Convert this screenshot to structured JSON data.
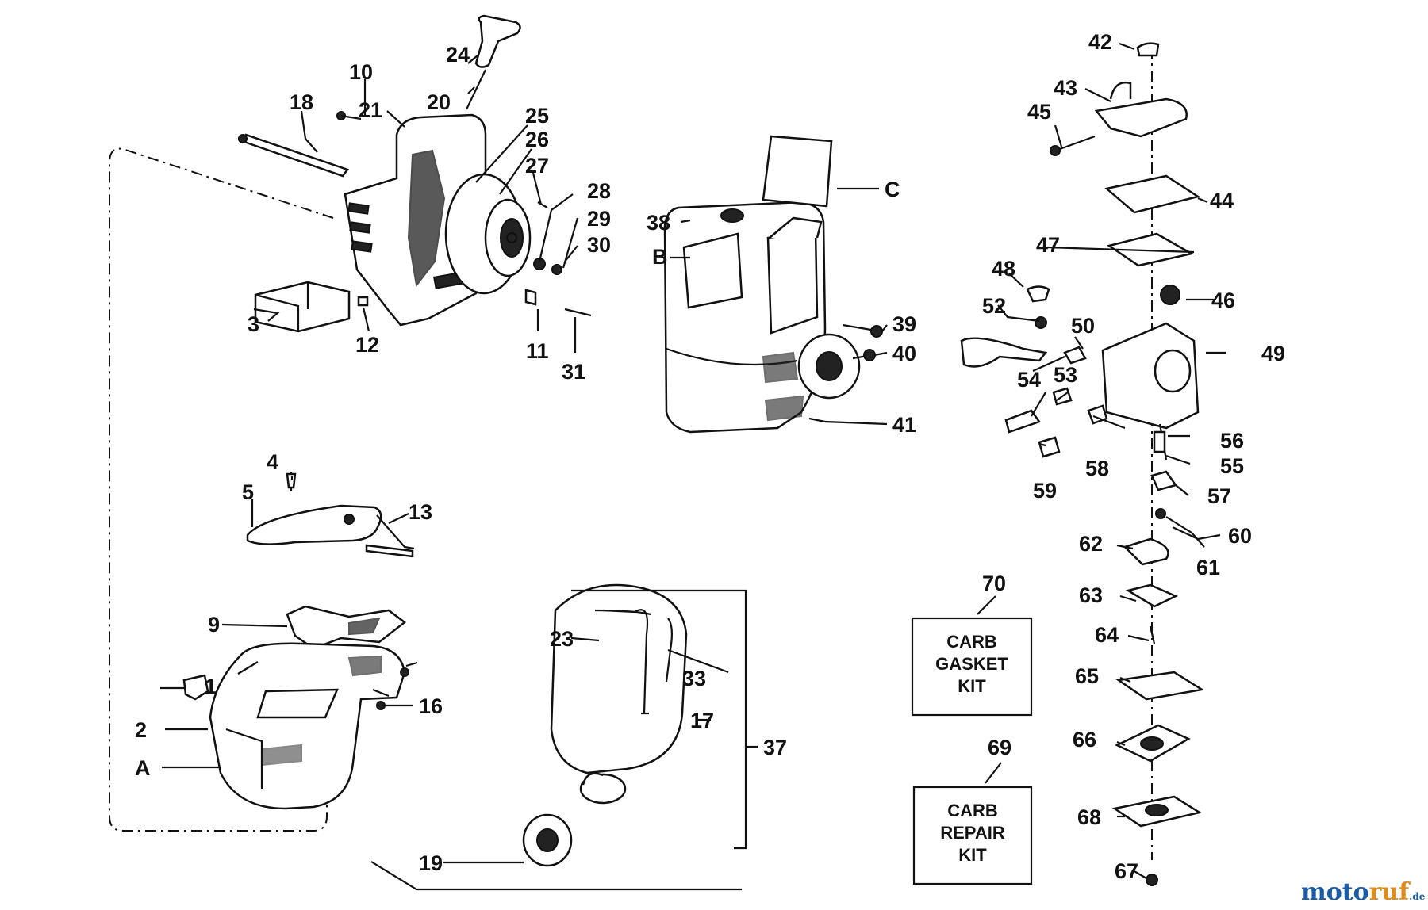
{
  "labels": {
    "l1": "1",
    "l2": "2",
    "l3": "3",
    "l4": "4",
    "l5": "5",
    "l9": "9",
    "l10": "10",
    "l11": "11",
    "l12": "12",
    "l13": "13",
    "l16": "16",
    "l17": "17",
    "l18": "18",
    "l19": "19",
    "l20": "20",
    "l21": "21",
    "l23": "23",
    "l24": "24",
    "l25": "25",
    "l26": "26",
    "l27": "27",
    "l28": "28",
    "l29": "29",
    "l30": "30",
    "l31": "31",
    "l33": "33",
    "l37": "37",
    "l38": "38",
    "l39": "39",
    "l40": "40",
    "l41": "41",
    "l42": "42",
    "l43": "43",
    "l44": "44",
    "l45": "45",
    "l46": "46",
    "l47": "47",
    "l48": "48",
    "l49": "49",
    "l50": "50",
    "l52": "52",
    "l53": "53",
    "l54": "54",
    "l55": "55",
    "l56": "56",
    "l57": "57",
    "l58": "58",
    "l59": "59",
    "l60": "60",
    "l61": "61",
    "l62": "62",
    "l63": "63",
    "l64": "64",
    "l65": "65",
    "l66": "66",
    "l67": "67",
    "l68": "68",
    "l69": "69",
    "l70": "70",
    "lA": "A",
    "lB": "B",
    "lC": "C"
  },
  "kits": {
    "gasket": {
      "line1": "CARB",
      "line2": "GASKET",
      "line3": "KIT"
    },
    "repair": {
      "line1": "CARB",
      "line2": "REPAIR",
      "line3": "KIT"
    }
  },
  "watermark": {
    "part1": "moto",
    "part2": "ruf",
    "suffix": ".de"
  },
  "colors": {
    "ink": "#111111",
    "watermark_blue": "#1a5aa6",
    "watermark_orange": "#e08a1c"
  }
}
